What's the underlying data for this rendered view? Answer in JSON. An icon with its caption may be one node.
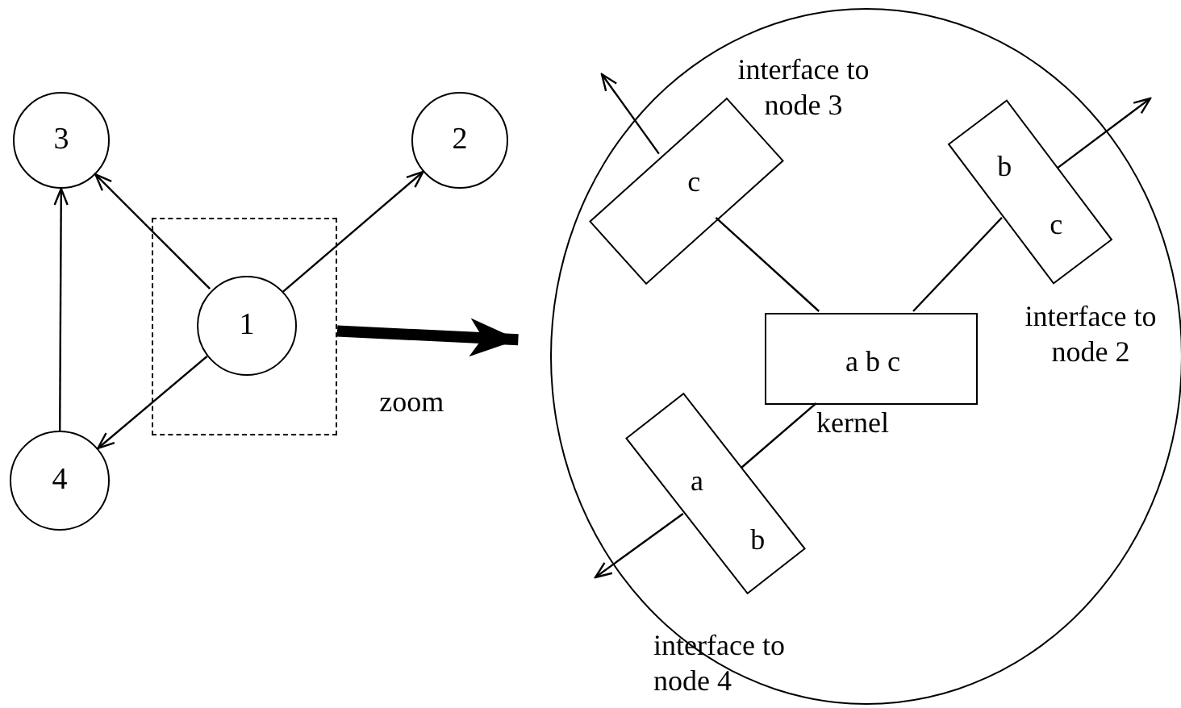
{
  "diagram": {
    "nodes": [
      {
        "text": [
          "3"
        ]
      },
      {
        "text": [
          "2"
        ]
      },
      {
        "text": [],
        "shape": "box"
      },
      {
        "text": [
          "1"
        ],
        "in": 2
      },
      {
        "text": [
          "4"
        ]
      },
      {
        "text": [],
        "shape": "circle"
      },
      {
        "text": [
          "c"
        ],
        "in": 5,
        "beside": [
          "interface to node 3"
        ]
      },
      {
        "text": [
          "b",
          "c"
        ],
        "in": 5,
        "beside": [
          "interface to node 2"
        ]
      },
      {
        "text": [
          "a b c"
        ],
        "in": 5,
        "beside": [
          "kernel"
        ]
      },
      {
        "text": [
          "a",
          "b"
        ],
        "in": 5,
        "beside": [
          "interface to node 4"
        ]
      }
    ],
    "edges": [
      {
        "from": 3,
        "to": 0,
        "arrow": "to"
      },
      {
        "from": 3,
        "to": 1,
        "arrow": "to"
      },
      {
        "from": 3,
        "to": 4,
        "arrow": "to"
      },
      {
        "from": 4,
        "to": 0,
        "arrow": "to"
      },
      {
        "from": 2,
        "to": 5,
        "arrow": "to",
        "label": "zoom",
        "style": "thick"
      },
      {
        "from": 6,
        "to": 8,
        "arrow": "none"
      },
      {
        "from": 7,
        "to": 8,
        "arrow": "none"
      },
      {
        "from": 9,
        "to": 8,
        "arrow": "none"
      },
      {
        "from": 6,
        "to": null,
        "arrow": "to"
      },
      {
        "from": 7,
        "to": null,
        "arrow": "to"
      },
      {
        "from": 9,
        "to": null,
        "arrow": "to"
      }
    ]
  }
}
